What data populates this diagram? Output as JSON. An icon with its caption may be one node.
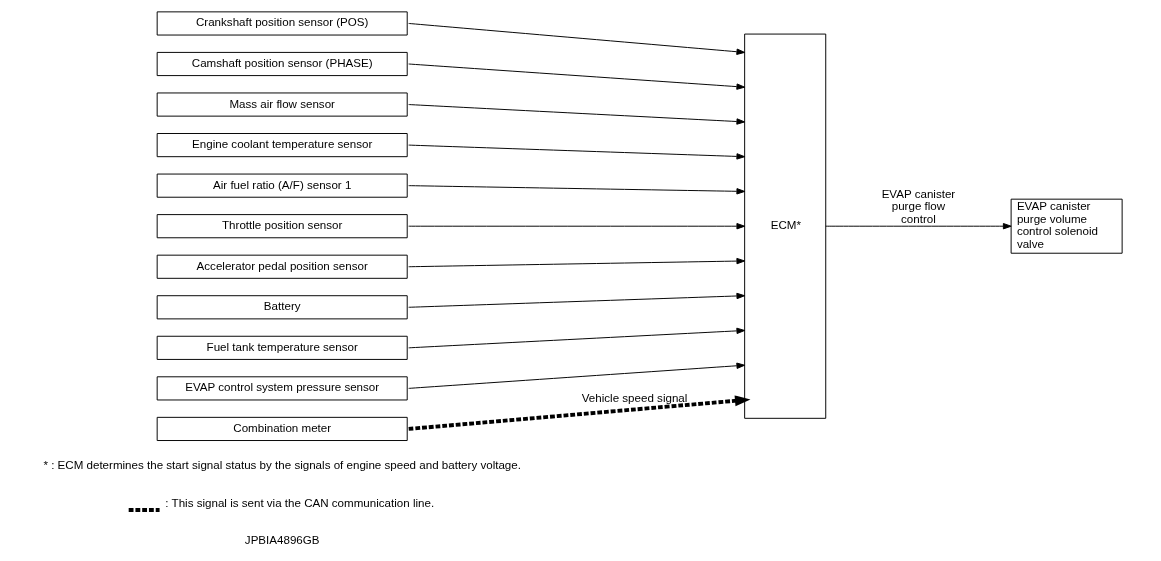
{
  "diagram": {
    "nodes": [
      {
        "text": [
          "Crankshaft position sensor (POS)"
        ]
      },
      {
        "text": [
          "Camshaft position sensor (PHASE)"
        ]
      },
      {
        "text": [
          "Mass air flow sensor"
        ]
      },
      {
        "text": [
          "Engine coolant temperature sensor"
        ]
      },
      {
        "text": [
          "Air fuel ratio (A/F) sensor 1"
        ]
      },
      {
        "text": [
          "Throttle position sensor"
        ]
      },
      {
        "text": [
          "Accelerator pedal position sensor"
        ]
      },
      {
        "text": [
          "Battery"
        ]
      },
      {
        "text": [
          "Fuel tank temperature sensor"
        ]
      },
      {
        "text": [
          "EVAP control system pressure sensor"
        ]
      },
      {
        "text": [
          "Combination meter"
        ]
      },
      {
        "text": [
          "ECM*"
        ]
      },
      {
        "text": [
          "EVAP canister purge volume control solenoid valve"
        ]
      }
    ],
    "edges": [
      {
        "from": 0,
        "to": 11,
        "arrow": "to"
      },
      {
        "from": 1,
        "to": 11,
        "arrow": "to"
      },
      {
        "from": 2,
        "to": 11,
        "arrow": "to"
      },
      {
        "from": 3,
        "to": 11,
        "arrow": "to"
      },
      {
        "from": 4,
        "to": 11,
        "arrow": "to"
      },
      {
        "from": 5,
        "to": 11,
        "arrow": "to"
      },
      {
        "from": 6,
        "to": 11,
        "arrow": "to"
      },
      {
        "from": 7,
        "to": 11,
        "arrow": "to"
      },
      {
        "from": 8,
        "to": 11,
        "arrow": "to"
      },
      {
        "from": 9,
        "to": 11,
        "arrow": "to"
      },
      {
        "from": 10,
        "to": 11,
        "arrow": "to",
        "label": "Vehicle speed signal",
        "style": "dashed"
      },
      {
        "from": 11,
        "to": 12,
        "arrow": "to",
        "label": "EVAP canister purge flow control"
      }
    ],
    "labels": [
      "* : ECM determines the start signal status by the signals of engine speed and battery voltage.",
      "JPBIA4896GB"
    ],
    "legend": [
      {
        "text": ": This signal is sent via the CAN communication line."
      }
    ]
  }
}
